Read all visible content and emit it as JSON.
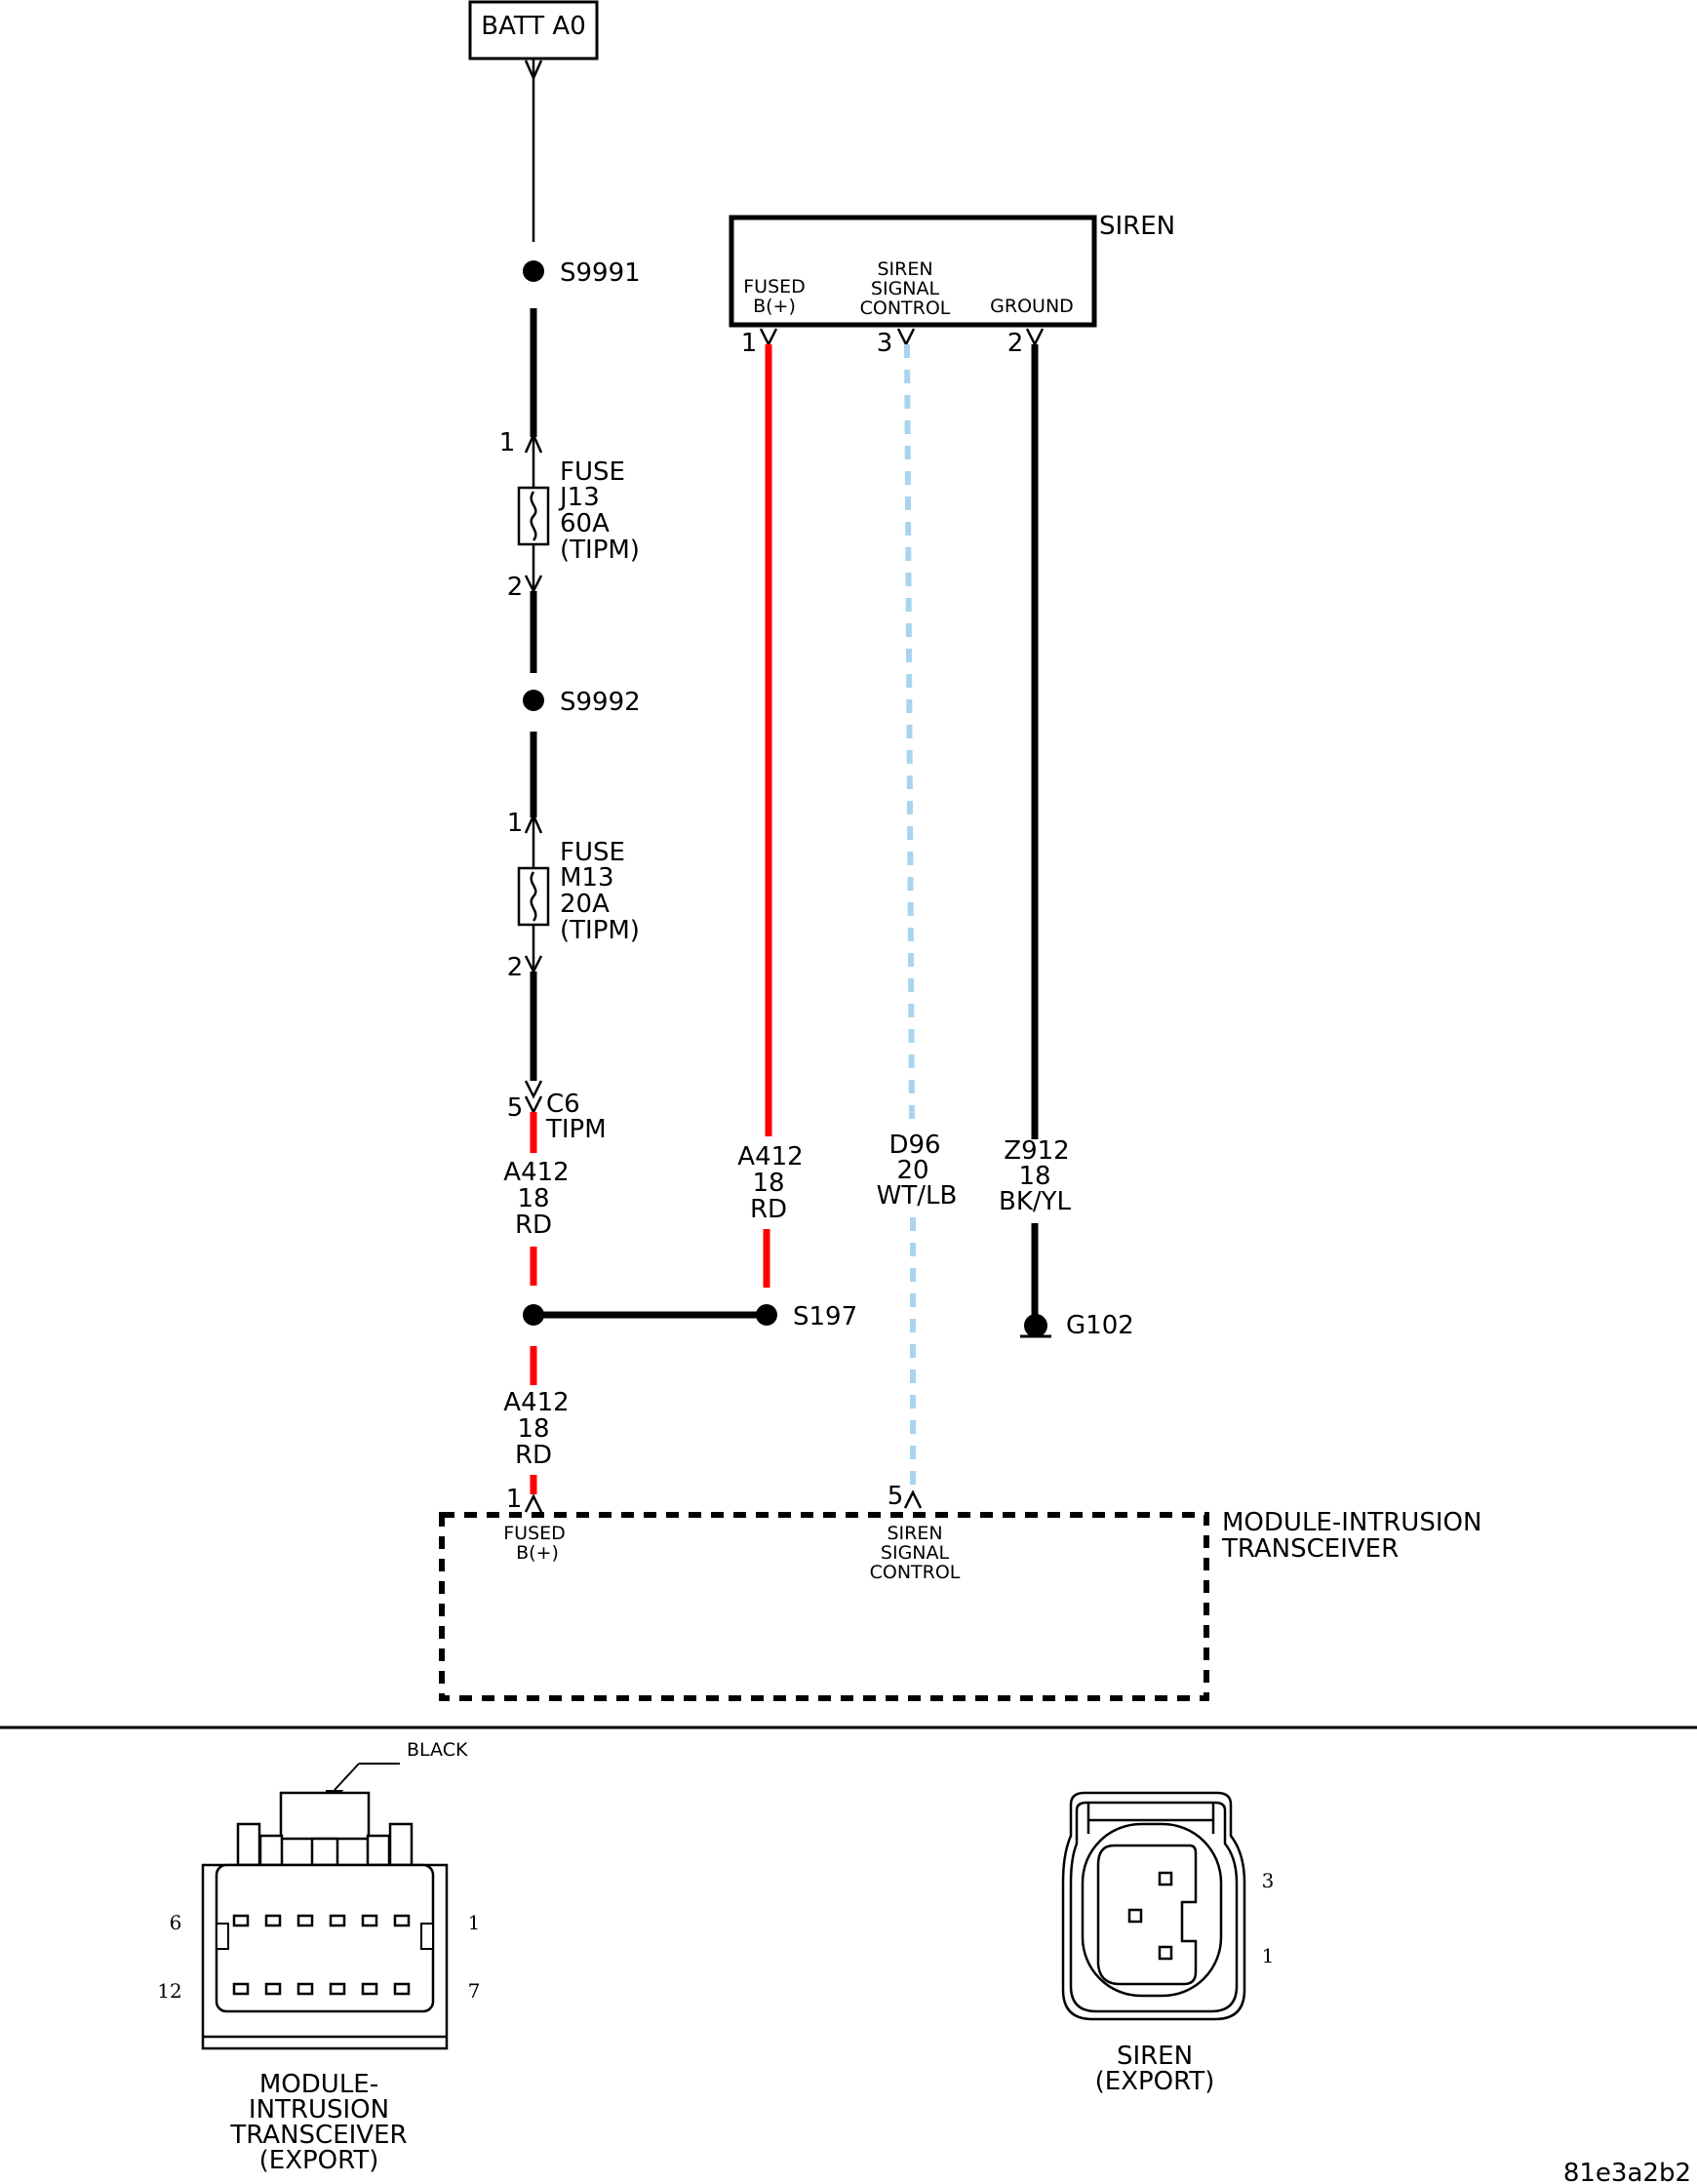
{
  "power": {
    "label": "BATT A0"
  },
  "splices": {
    "s1": "S9991",
    "s2": "S9992",
    "s3": "S197"
  },
  "fuse1": {
    "line1": "FUSE",
    "line2": "J13",
    "line3": "60A",
    "line4": "(TIPM)",
    "pin_top": "1",
    "pin_bot": "2"
  },
  "fuse2": {
    "line1": "FUSE",
    "line2": "M13",
    "line3": "20A",
    "line4": "(TIPM)",
    "pin_top": "1",
    "pin_bot": "2"
  },
  "tipm": {
    "pin": "5",
    "line1": "C6",
    "line2": "TIPM"
  },
  "siren": {
    "title": "SIREN",
    "fused_1": "FUSED",
    "fused_2": "B(+)",
    "sig_1": "SIREN",
    "sig_2": "SIGNAL",
    "sig_3": "CONTROL",
    "ground": "GROUND",
    "pin_fused": "1",
    "pin_sig": "3",
    "pin_gnd": "2"
  },
  "wires": {
    "w1": {
      "circuit": "A412",
      "gauge": "18",
      "color": "RD"
    },
    "w2": {
      "circuit": "A412",
      "gauge": "18",
      "color": "RD"
    },
    "w3": {
      "circuit": "D96",
      "gauge": "20",
      "color": "WT/LB"
    },
    "w4": {
      "circuit": "Z912",
      "gauge": "18",
      "color": "BK/YL"
    },
    "w5": {
      "circuit": "A412",
      "gauge": "18",
      "color": "RD"
    }
  },
  "ground": {
    "label": "G102"
  },
  "module": {
    "title_1": "MODULE-INTRUSION",
    "title_2": "TRANSCEIVER",
    "fused_1": "FUSED",
    "fused_2": "B(+)",
    "sig_1": "SIREN",
    "sig_2": "SIGNAL",
    "sig_3": "CONTROL",
    "pin_fused": "1",
    "pin_sig": "5"
  },
  "connector_a": {
    "color_label": "BLACK",
    "pin_tl": "6",
    "pin_tr": "1",
    "pin_bl": "12",
    "pin_br": "7",
    "name_1": "MODULE-",
    "name_2": "INTRUSION",
    "name_3": "TRANSCEIVER",
    "name_4": "(EXPORT)"
  },
  "connector_b": {
    "pin_top": "3",
    "pin_bot": "1",
    "name_1": "SIREN",
    "name_2": "(EXPORT)"
  },
  "footer": {
    "code": "81e3a2b2"
  },
  "colors": {
    "red": "#ff0000",
    "light_blue": "#a8d4f0",
    "black": "#000000"
  }
}
